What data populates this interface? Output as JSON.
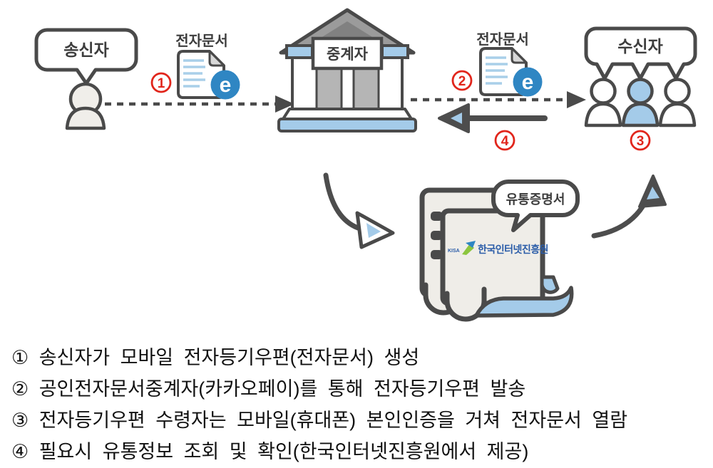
{
  "diagram": {
    "sender_label": "송신자",
    "relay_label": "중계자",
    "receiver_label": "수신자",
    "doc_left_label": "전자문서",
    "doc_left_badge": "e",
    "doc_right_label": "전자문서",
    "doc_right_badge": "e",
    "certificate_label": "유통증명서",
    "kisa_prefix": "KISA",
    "kisa_name": "한국인터넷진흥원",
    "markers": {
      "m1": "1",
      "m2": "2",
      "m3": "3",
      "m4": "4"
    }
  },
  "legend": {
    "lines": [
      "① 송신자가 모바일 전자등기우편(전자문서) 생성",
      "② 공인전자문서중계자(카카오페이)를 통해 전자등기우편 발송",
      "③ 전자등기우편 수령자는 모바일(휴대폰) 본인인증을 거쳐 전자문서 열람",
      "④ 필요시 유통정보 조회 및 확인(한국인터넷진흥원에서 제공)"
    ]
  },
  "colors": {
    "outline": "#4a4a4a",
    "accent_blue": "#a4cbe9",
    "badge_blue": "#2f86c3",
    "marker_red": "#e1251b",
    "page_fill": "#efede8",
    "roof_gray": "#9b9b9b",
    "panel_gray": "#b5b5b5"
  }
}
